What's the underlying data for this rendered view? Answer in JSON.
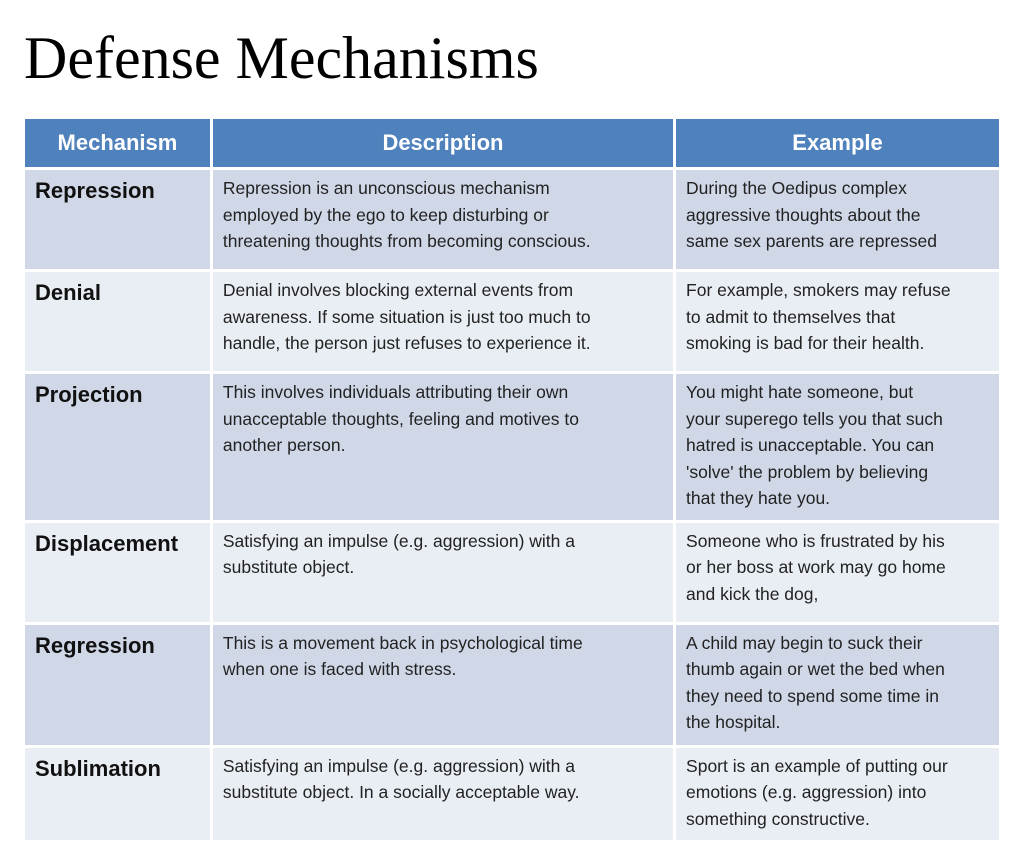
{
  "title": "Defense Mechanisms",
  "table": {
    "headers": [
      "Mechanism",
      "Description",
      "Example"
    ],
    "rows": [
      {
        "mechanism": "Repression",
        "description": "Repression  is an unconscious mechanism\nemployed by the ego to keep disturbing or\nthreatening thoughts from becoming conscious.",
        "example": "During the Oedipus complex\naggressive thoughts about the\nsame sex parents are repressed"
      },
      {
        "mechanism": "Denial",
        "description": "Denial involves blocking external events from\nawareness.  If some situation is just too much to\nhandle, the person just refuses to experience it.",
        "example": "For example, smokers may refuse\nto admit to themselves  that\nsmoking is bad for their health."
      },
      {
        "mechanism": "Projection",
        "description": "This involves individuals attributing their own\nunacceptable thoughts, feeling and motives to\nanother person.",
        "example": "You might hate someone, but\nyour superego tells you that such\nhatred is unacceptable.  You can\n'solve' the problem by believing\nthat they hate you."
      },
      {
        "mechanism": "Displacement",
        "description": "Satisfying an impulse (e.g. aggression) with a\nsubstitute object.",
        "example": "Someone who is frustrated  by his\nor her boss at work may go home\nand kick the dog,"
      },
      {
        "mechanism": "Regression",
        "description": "This is a movement  back in psychological time\nwhen one is faced with stress.",
        "example": "A child may begin to suck their\nthumb again or wet the bed when\nthey need to spend some time in\nthe hospital."
      },
      {
        "mechanism": "Sublimation",
        "description": "Satisfying an impulse (e.g. aggression) with a\nsubstitute object. In a socially acceptable way.",
        "example": "Sport is an example of putting our\nemotions (e.g. aggression) into\nsomething constructive."
      }
    ]
  },
  "colors": {
    "header": "#4f81bd",
    "row_odd": "#d0d8e8",
    "row_even": "#e9edf4"
  }
}
